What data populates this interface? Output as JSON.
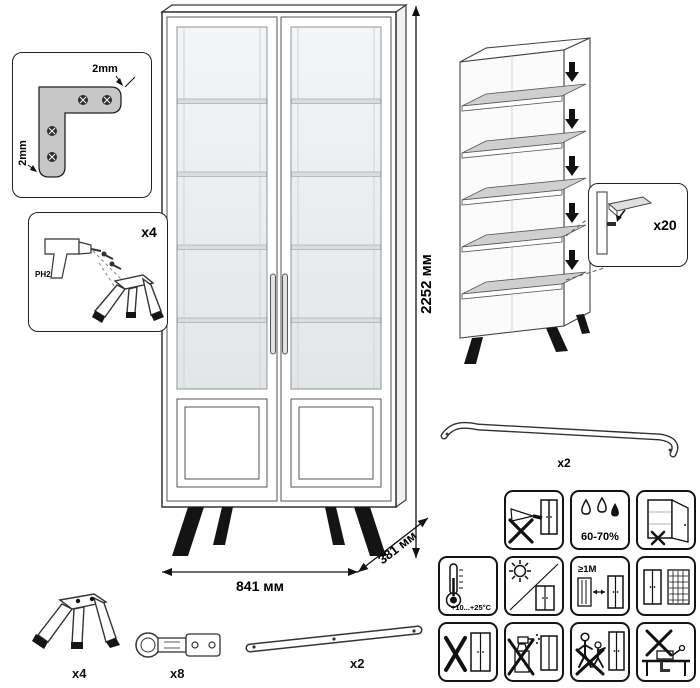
{
  "dimensions": {
    "height": "2252 мм",
    "width": "841 мм",
    "depth": "381 мм"
  },
  "corner_detail": {
    "dim_top": "2mm",
    "dim_side": "2mm"
  },
  "leg_assembly": {
    "count": "x4",
    "bit": "PH2"
  },
  "pin_callout": {
    "count": "x20"
  },
  "rail": {
    "count": "x2"
  },
  "hardware": {
    "leg": "x4",
    "hinge": "x8",
    "strap": "x2"
  },
  "care_icons": {
    "no_sharp": {
      "name": "no-sharp-objects-icon"
    },
    "humidity": {
      "name": "humidity-icon",
      "label": "60-70%"
    },
    "no_door_lean": {
      "name": "no-open-door-load-icon"
    },
    "temperature": {
      "name": "temperature-range-icon",
      "label": "+10...+25°C"
    },
    "no_sunlight": {
      "name": "no-direct-sunlight-icon"
    },
    "heat_distance": {
      "name": "heat-distance-icon",
      "label": "≥1M"
    },
    "ventilation": {
      "name": "ventilation-grid-icon"
    },
    "no_tipping": {
      "name": "no-misuse-icon"
    },
    "no_chemicals": {
      "name": "no-aggressive-chemicals-icon"
    },
    "no_children": {
      "name": "no-children-playing-icon"
    },
    "no_clamping": {
      "name": "no-workbench-use-icon"
    }
  }
}
